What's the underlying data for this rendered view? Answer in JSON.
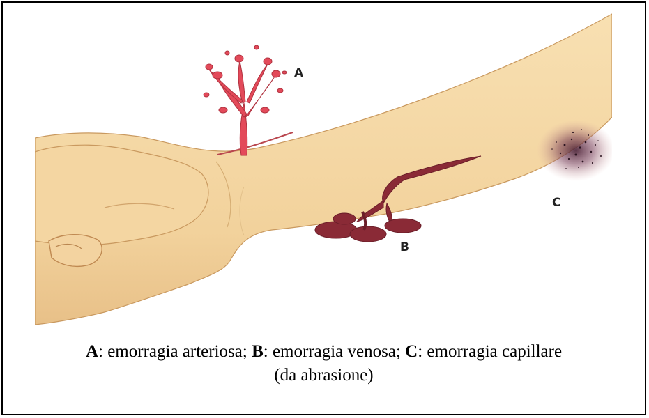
{
  "figure": {
    "markers": {
      "a": "A",
      "b": "B",
      "c": "C"
    },
    "colors": {
      "skin": "#f6d9a6",
      "skin_shadow": "#e6bf84",
      "outline": "#c4955a",
      "arterial_blood": "#e34a5a",
      "venous_blood": "#8a2a36",
      "bruise": "#3a1c2a"
    }
  },
  "caption": {
    "parts": [
      {
        "key": "A",
        "text": ": emorragia arteriosa; "
      },
      {
        "key": "B",
        "text": ": emorragia venosa; "
      },
      {
        "key": "C",
        "text": ": emorragia capillare"
      }
    ],
    "line2": "(da abrasione)"
  }
}
